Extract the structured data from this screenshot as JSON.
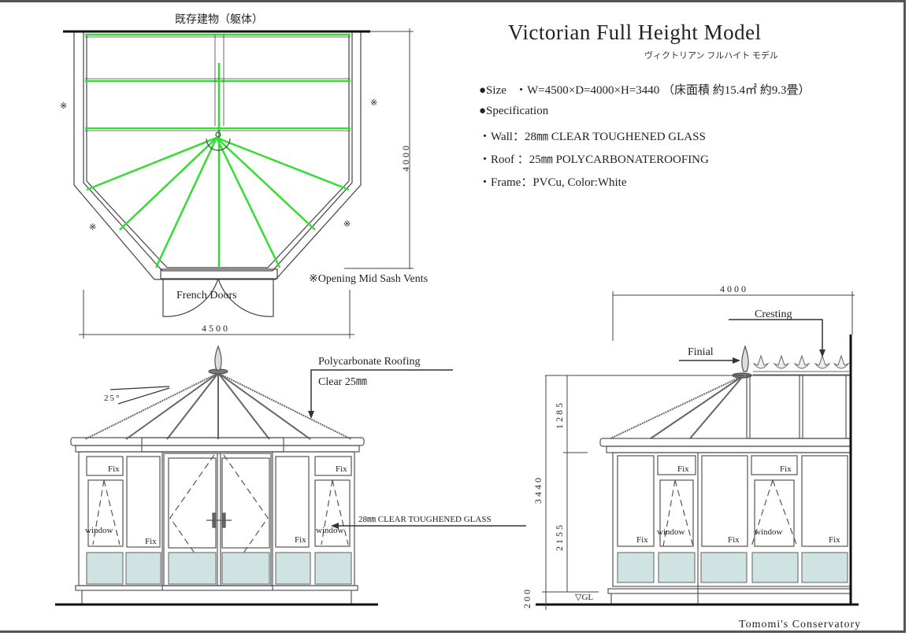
{
  "title": "Victorian Full Height Model",
  "subtitle_jp": "ヴィクトリアン フルハイト モデル",
  "size": {
    "label": "●Size",
    "value": "・W=4500×D=4000×H=3440 （床面積 約15.4㎡ 約9.3畳）"
  },
  "specification": {
    "label": "●Specification",
    "items": [
      "・Wall：28㎜ CLEAR TOUGHENED GLASS",
      "・Roof ：25㎜ POLYCARBONATEROOFING",
      "・Frame：PVCu, Color:White"
    ]
  },
  "plan_view": {
    "existing_building": "既存建物（躯体）",
    "vent_mark": "※",
    "vent_note": "※Opening Mid Sash Vents",
    "french_doors": "French Doors",
    "width_dim": "4500",
    "depth_dim": "4000",
    "rafter_color": "#33dd33"
  },
  "front_elevation": {
    "roof_label": "Polycarbonate Roofing",
    "roof_sub": "Clear 25㎜",
    "pitch": "25°",
    "glass_label": "28㎜ CLEAR TOUGHENED GLASS",
    "fix": "Fix",
    "window": "window",
    "panel_color": "#cfe3e3"
  },
  "side_elevation": {
    "width_dim": "4000",
    "cresting": "Cresting",
    "finial": "Finial",
    "dim_total": "3440",
    "dim_roof": "1285",
    "dim_wall": "2155",
    "dim_base": "200",
    "ground": "▽GL",
    "fix": "Fix",
    "window": "window"
  },
  "footer": "Tomomi's Conservatory"
}
